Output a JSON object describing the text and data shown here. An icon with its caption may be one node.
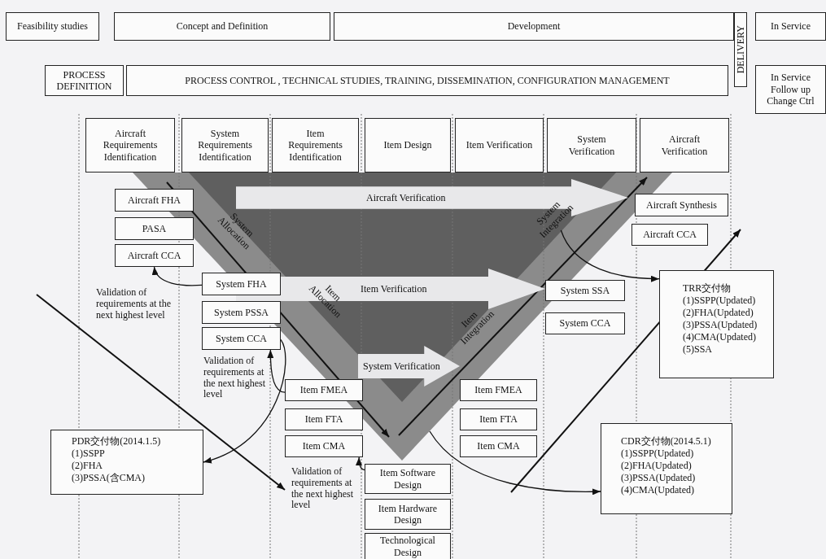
{
  "diagram": {
    "nodes": [
      {
        "text": [
          "Feasibility studies"
        ]
      },
      {
        "text": [
          "Concept and Definition"
        ]
      },
      {
        "text": [
          "Development"
        ]
      },
      {
        "text": [
          "DELIVERY"
        ]
      },
      {
        "text": [
          "In Service"
        ]
      },
      {
        "text": [
          "PROCESS DEFINITION"
        ]
      },
      {
        "text": [
          "PROCESS CONTROL , TECHNICAL STUDIES, TRAINING, DISSEMINATION, CONFIGURATION MANAGEMENT"
        ]
      },
      {
        "text": [
          "In Service Follow up Change Ctrl"
        ]
      },
      {
        "text": [
          "Aircraft Requirements Identification"
        ]
      },
      {
        "text": [
          "System Requirements Identification"
        ]
      },
      {
        "text": [
          "Item Requirements Identification"
        ]
      },
      {
        "text": [
          "Item Design"
        ]
      },
      {
        "text": [
          "Item Verification"
        ]
      },
      {
        "text": [
          "System Verification"
        ]
      },
      {
        "text": [
          "Aircraft Verification"
        ]
      },
      {
        "text": [
          "Aircraft FHA"
        ]
      },
      {
        "text": [
          "PASA"
        ]
      },
      {
        "text": [
          "Aircraft CCA"
        ]
      },
      {
        "text": [
          "System FHA"
        ]
      },
      {
        "text": [
          "System PSSA"
        ]
      },
      {
        "text": [
          "System CCA"
        ]
      },
      {
        "text": [
          "Item FMEA"
        ]
      },
      {
        "text": [
          "Item FTA"
        ]
      },
      {
        "text": [
          "Item CMA"
        ]
      },
      {
        "text": [
          "Item Software Design"
        ]
      },
      {
        "text": [
          "Item Hardware Design"
        ]
      },
      {
        "text": [
          "Technological Design"
        ]
      },
      {
        "text": [
          "Aircraft Synthesis"
        ]
      },
      {
        "text": [
          "Aircraft CCA"
        ]
      },
      {
        "text": [
          "System SSA"
        ]
      },
      {
        "text": [
          "System CCA"
        ]
      },
      {
        "text": [
          "Item FMEA"
        ]
      },
      {
        "text": [
          "Item FTA"
        ]
      },
      {
        "text": [
          "Item CMA"
        ]
      },
      {
        "text": [
          "TRR交付物",
          "(1)SSPP(Updated)",
          "(2)FHA(Updated)",
          "(3)PSSA(Updated)",
          "(4)CMA(Updated)",
          "(5)SSA"
        ]
      },
      {
        "text": [
          "PDR交付物(2014.1.5)",
          "(1)SSPP",
          "(2)FHA",
          "(3)PSSA(含CMA)"
        ]
      },
      {
        "text": [
          "CDR交付物(2014.5.1)",
          "(1)SSPP(Updated)",
          "(2)FHA(Updated)",
          "(3)PSSA(Updated)",
          "(4)CMA(Updated)"
        ]
      },
      {
        "text": [
          "Aircraft Verification"
        ]
      },
      {
        "text": [
          "Item Verification"
        ]
      },
      {
        "text": [
          "System Verification"
        ]
      },
      {
        "text": [
          "System Integration"
        ]
      }
    ],
    "edges": [
      {
        "from": 18,
        "to": 17,
        "arrow": "to"
      },
      {
        "from": 21,
        "to": 20,
        "arrow": "to"
      },
      {
        "from": 24,
        "to": 23,
        "arrow": "to"
      },
      {
        "from": 20,
        "to": 35,
        "arrow": "to"
      },
      {
        "from": 40,
        "to": 34,
        "arrow": "to"
      },
      {
        "from": null,
        "to": 36,
        "arrow": "to"
      }
    ],
    "labels": [
      "Validation of requirements at the next highest level",
      "Validation of requirements at the next highest level",
      "Validation of requirements at the next highest level",
      "System Allocation",
      "Item Allocation",
      "Item Integration"
    ]
  }
}
